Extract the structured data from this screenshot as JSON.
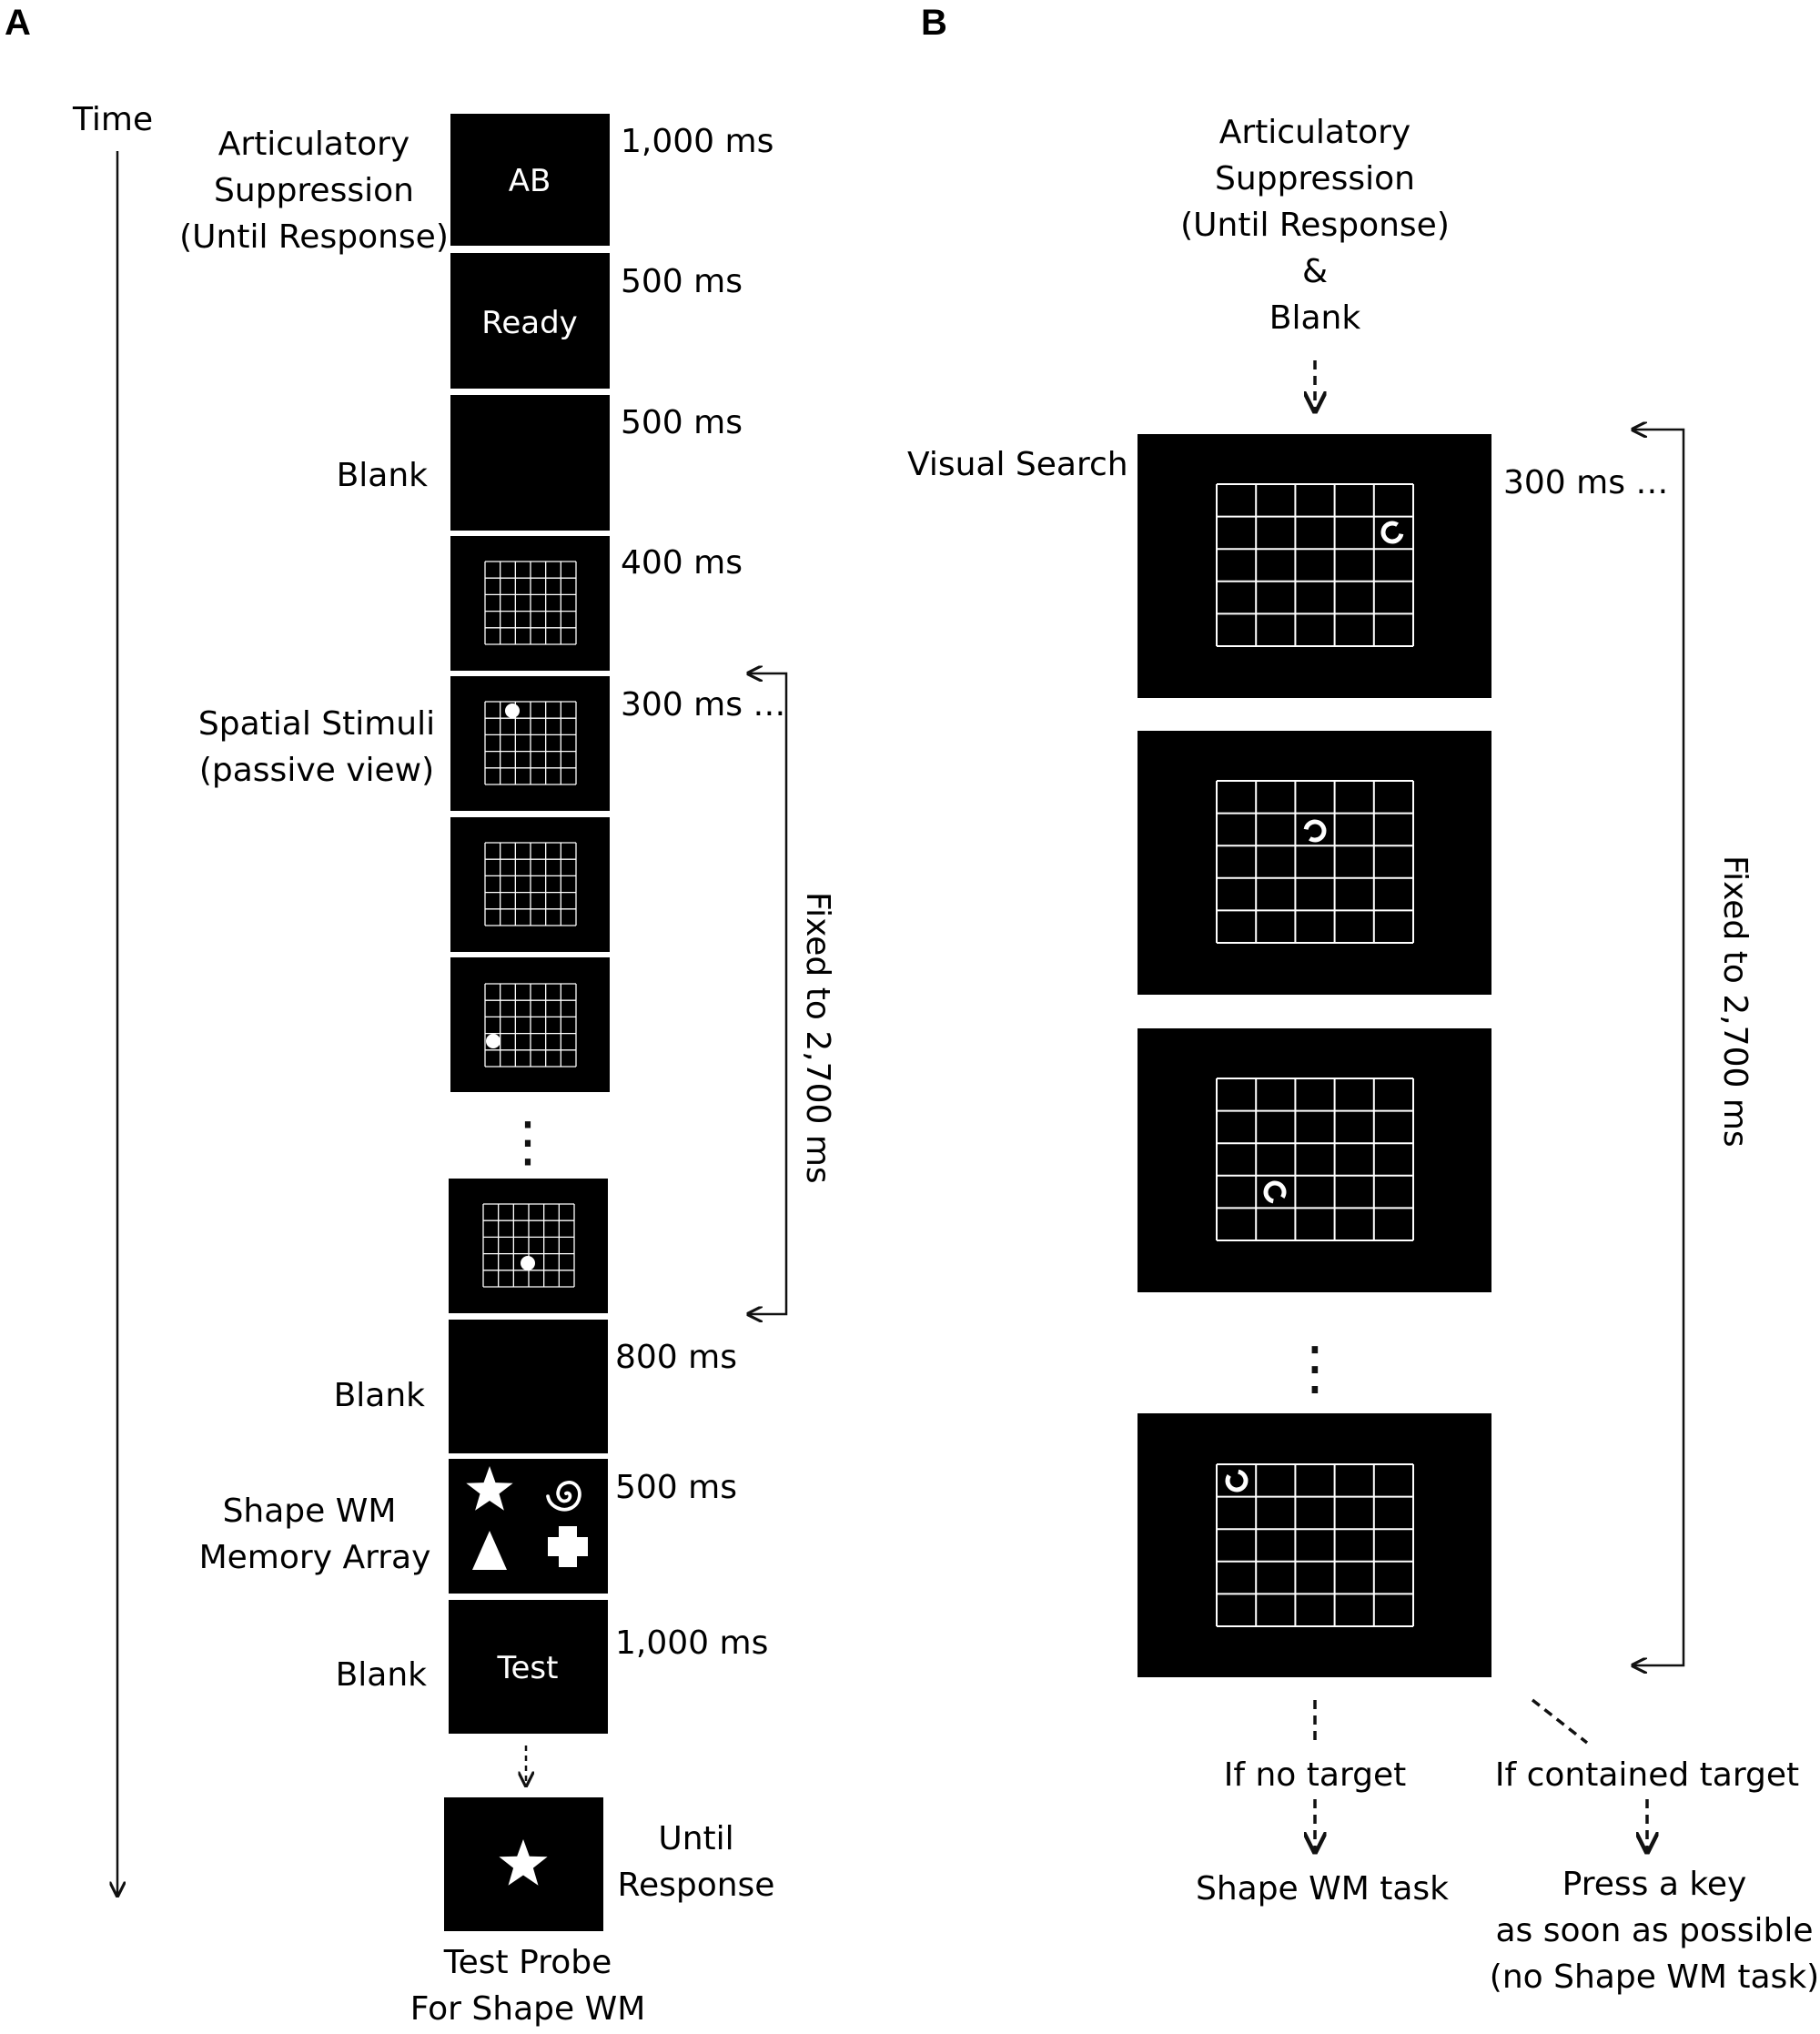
{
  "panel_a": {
    "letter": "A",
    "time_label": "Time",
    "labels": {
      "articulatory": [
        "Articulatory",
        "Suppression",
        "(Until Response)"
      ],
      "blank_1": "Blank",
      "spatial": [
        "Spatial Stimuli",
        "(passive view)"
      ],
      "blank_2": "Blank",
      "shape_wm": [
        "Shape WM",
        "Memory Array"
      ],
      "blank_3": "Blank",
      "test_probe": [
        "Test Probe",
        "For Shape WM"
      ],
      "until_response": [
        "Until",
        "Response"
      ]
    },
    "screen_text": {
      "ab": "AB",
      "ready": "Ready",
      "test": "Test"
    },
    "timings": [
      "1,000 ms",
      "500 ms",
      "500 ms",
      "400 ms",
      "300 ms …",
      "800 ms",
      "500 ms",
      "1,000 ms"
    ],
    "bracket_label": "Fixed to 2,700 ms",
    "ellipsis": "⋮"
  },
  "panel_b": {
    "letter": "B",
    "top_label": [
      "Articulatory",
      "Suppression",
      "(Until Response)",
      "&",
      "Blank"
    ],
    "visual_search": "Visual Search",
    "timing": "300 ms …",
    "bracket_label": "Fixed to 2,700 ms",
    "if_no_target": "If no target",
    "if_contained": "If contained target",
    "shape_wm_task": "Shape WM task",
    "press_key": [
      "Press a key",
      "as soon as possible",
      "(no Shape WM task)"
    ]
  },
  "colors": {
    "screen": "#000000",
    "line": "#ffffff",
    "text": "#1a1a1a"
  }
}
